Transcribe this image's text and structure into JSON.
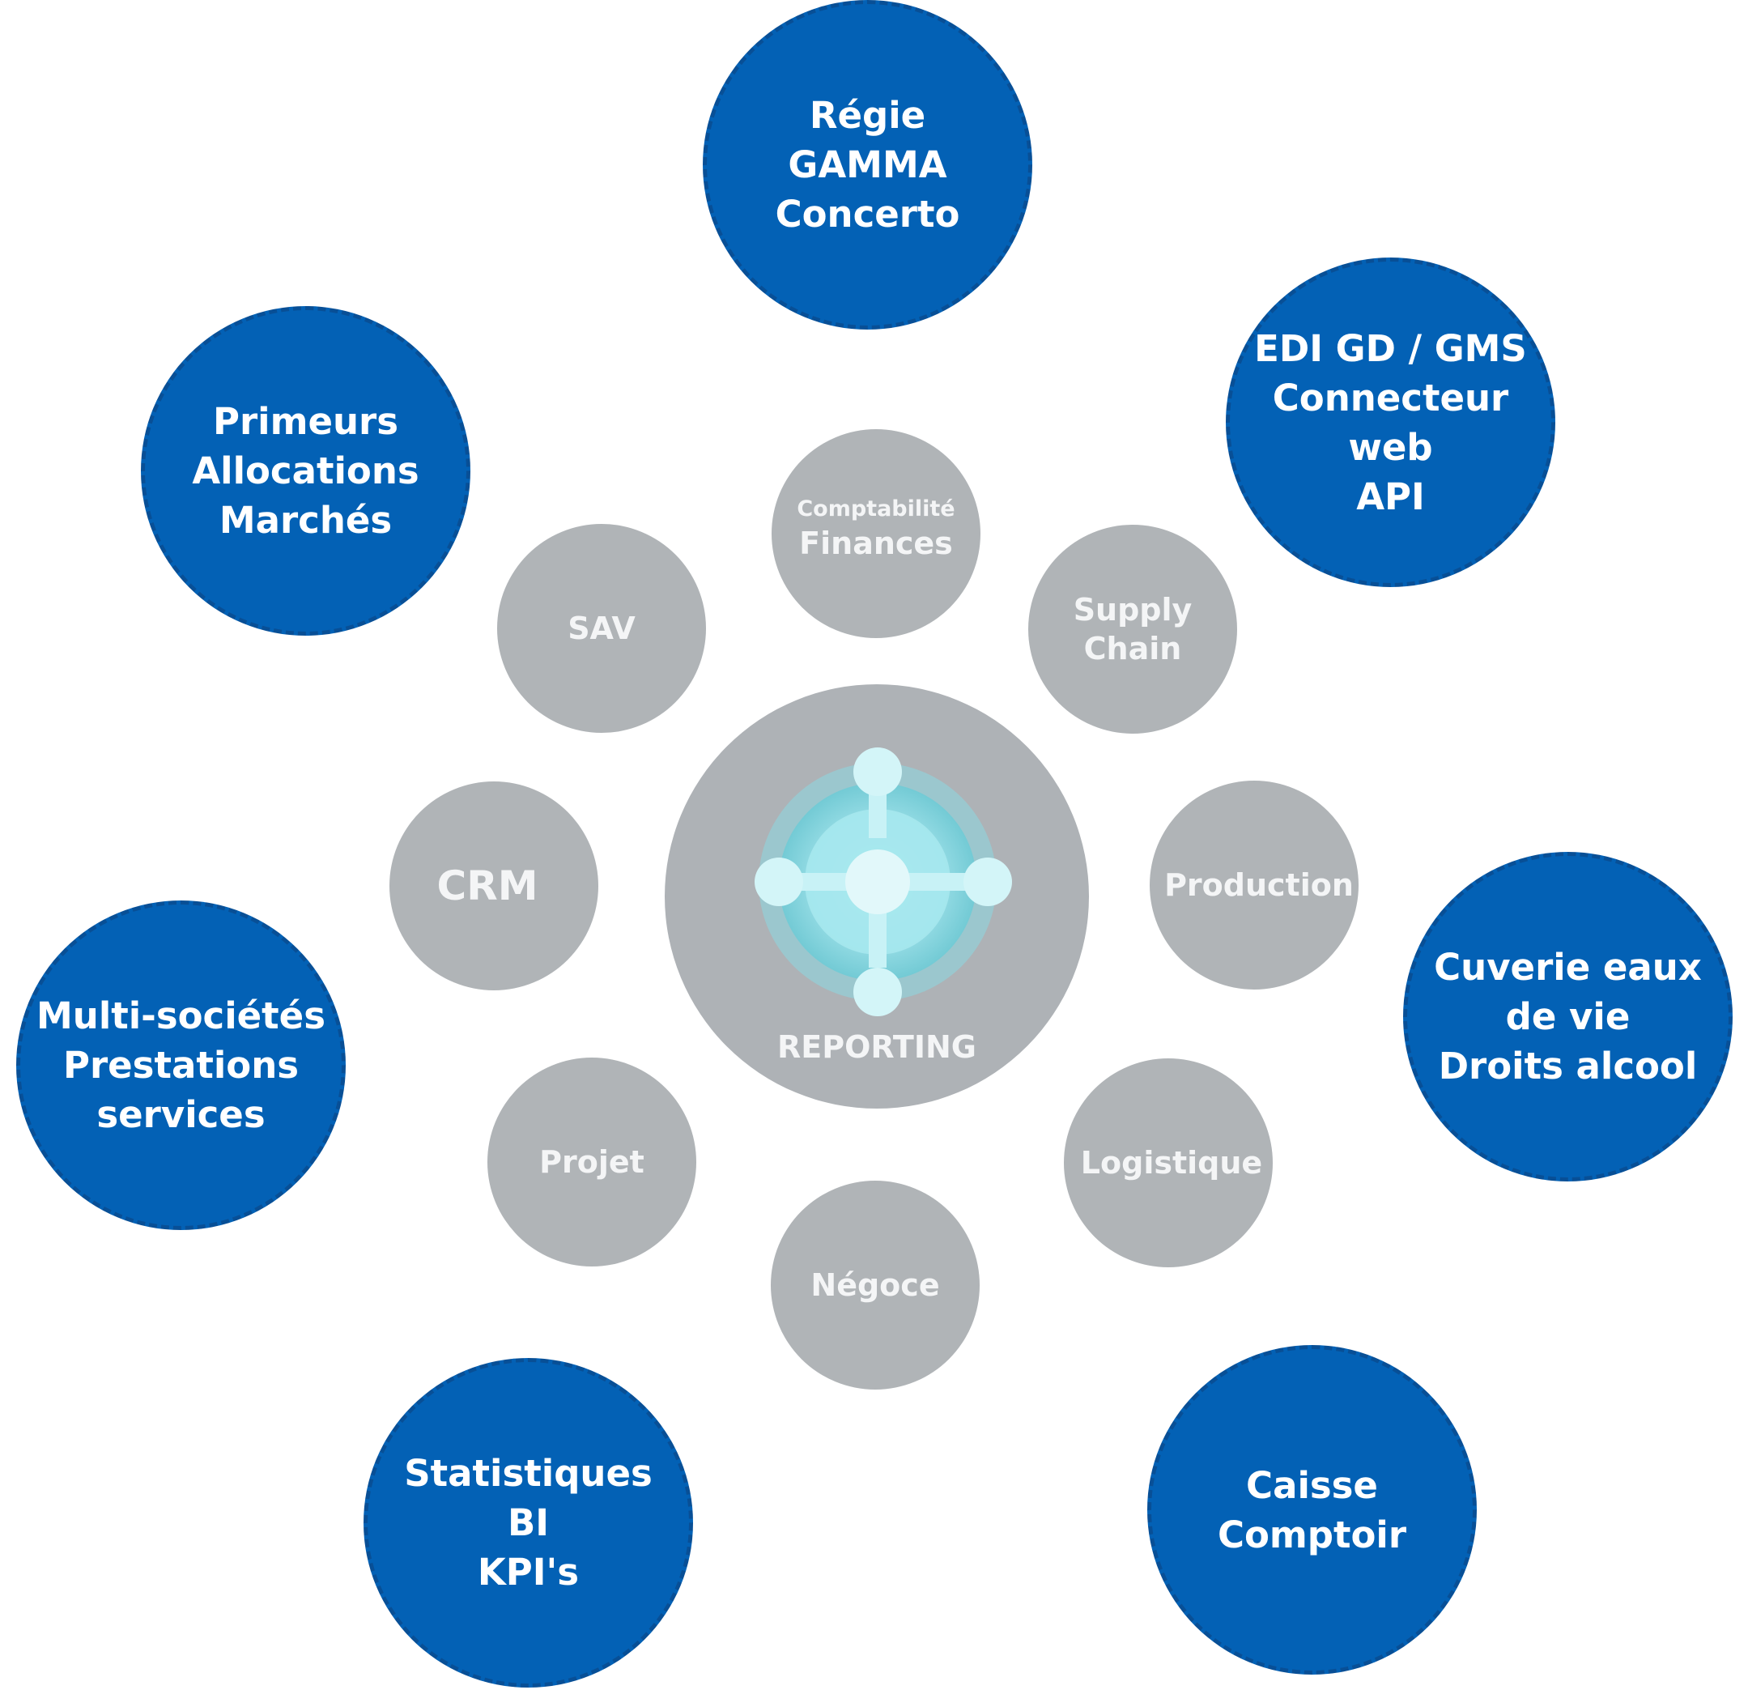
{
  "center": {
    "label": "REPORTING",
    "icon": "business-central-hub-icon"
  },
  "modules": [
    {
      "id": "comptabilite",
      "lines": [
        "Comptabilité",
        "Finances"
      ]
    },
    {
      "id": "supply-chain",
      "lines": [
        "Supply",
        "Chain"
      ]
    },
    {
      "id": "production",
      "lines": [
        "Production"
      ]
    },
    {
      "id": "logistique",
      "lines": [
        "Logistique"
      ]
    },
    {
      "id": "negoce",
      "lines": [
        "Négoce"
      ]
    },
    {
      "id": "projet",
      "lines": [
        "Projet"
      ]
    },
    {
      "id": "crm",
      "lines": [
        "CRM"
      ]
    },
    {
      "id": "sav",
      "lines": [
        "SAV"
      ]
    }
  ],
  "features": [
    {
      "id": "regie",
      "lines": [
        "Régie",
        "GAMMA",
        "Concerto"
      ]
    },
    {
      "id": "edi",
      "lines": [
        "EDI GD / GMS",
        "Connecteur",
        "web",
        "API"
      ]
    },
    {
      "id": "cuverie",
      "lines": [
        "Cuverie eaux",
        "de vie",
        "Droits alcool"
      ]
    },
    {
      "id": "caisse",
      "lines": [
        "Caisse",
        "Comptoir"
      ]
    },
    {
      "id": "statistiques",
      "lines": [
        "Statistiques",
        "BI",
        "KPI's"
      ]
    },
    {
      "id": "multi-societes",
      "lines": [
        "Multi-sociétés",
        "Prestations",
        "services"
      ]
    },
    {
      "id": "primeurs",
      "lines": [
        "Primeurs",
        "Allocations",
        "Marchés"
      ]
    }
  ],
  "colors": {
    "feature_fill": "#0361b5",
    "module_fill": "#b0b4b7",
    "icon_accent": "#bdf3f7"
  }
}
